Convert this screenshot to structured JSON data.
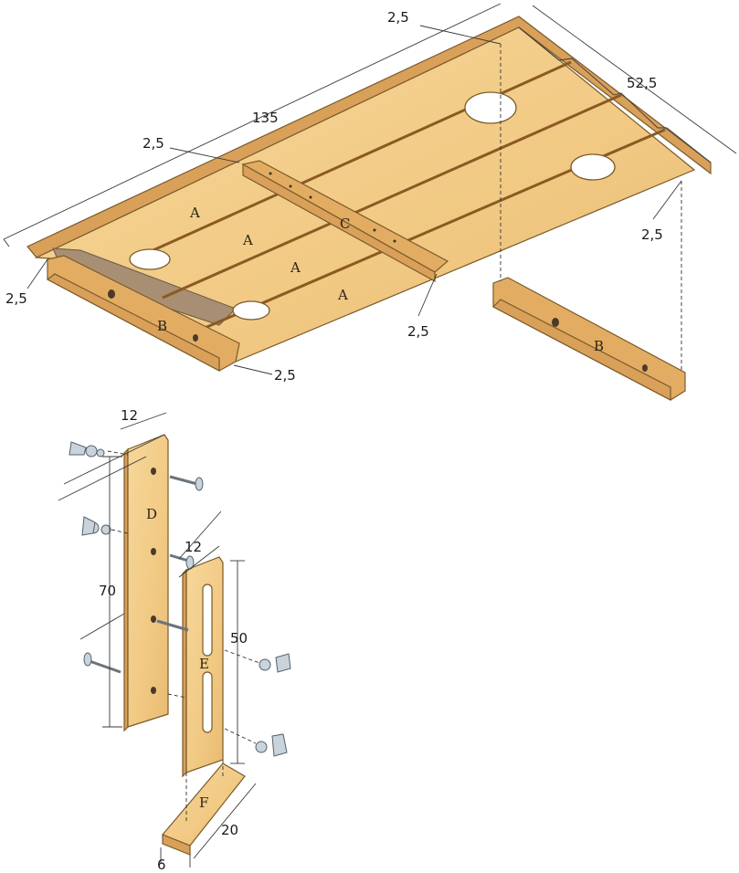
{
  "diagram": {
    "dimensions": {
      "length": "135",
      "width": "52,5",
      "edge_top": "2,5",
      "edge_c": "2,5",
      "edge_right": "2,5",
      "edge_left": "2,5",
      "edge_bottom_center": "2,5",
      "edge_bottom": "2,5",
      "d_width": "12",
      "d_height": "70",
      "e_width": "12",
      "e_height": "50",
      "f_length": "20",
      "f_width": "6"
    },
    "parts": {
      "a1": "A",
      "a2": "A",
      "a3": "A",
      "a4": "A",
      "b_front": "B",
      "b_loose": "B",
      "c": "C",
      "d": "D",
      "e": "E",
      "f": "F"
    }
  }
}
